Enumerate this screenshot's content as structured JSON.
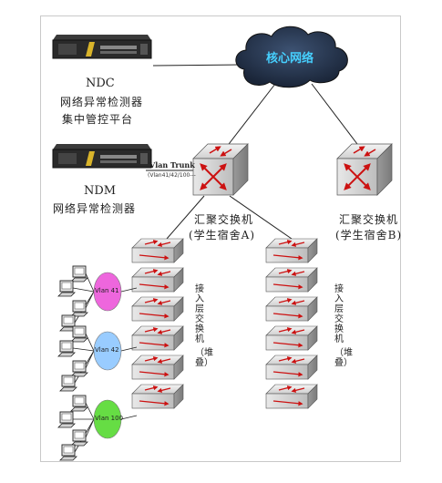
{
  "core": {
    "label": "核心网络"
  },
  "ndc": {
    "title": "NDC",
    "line1": "网络异常检测器",
    "line2": "集中管控平台"
  },
  "ndm": {
    "title": "NDM",
    "line1": "网络异常检测器"
  },
  "trunk": {
    "title": "Vlan Trunk",
    "sub": "(Vlan41/42/100---"
  },
  "agg_a": {
    "line1": "汇聚交换机",
    "line2": "(学生宿舍A)"
  },
  "agg_b": {
    "line1": "汇聚交换机",
    "line2": "(学生宿舍B)"
  },
  "access_left": {
    "label": "接入层交换机",
    "stack": "（堆叠）"
  },
  "access_right": {
    "label": "接入层交换机",
    "stack": "（堆叠）"
  },
  "vlans": [
    {
      "label": "Vlan 41",
      "color": "#ee66dd"
    },
    {
      "label": "Vlan 42",
      "color": "#99ccff"
    },
    {
      "label": "Vlan 100",
      "color": "#66dd44"
    }
  ],
  "colors": {
    "arrow": "#cc1111",
    "cloud": "#2a3b56",
    "cloud_text": "#46d0ff"
  }
}
